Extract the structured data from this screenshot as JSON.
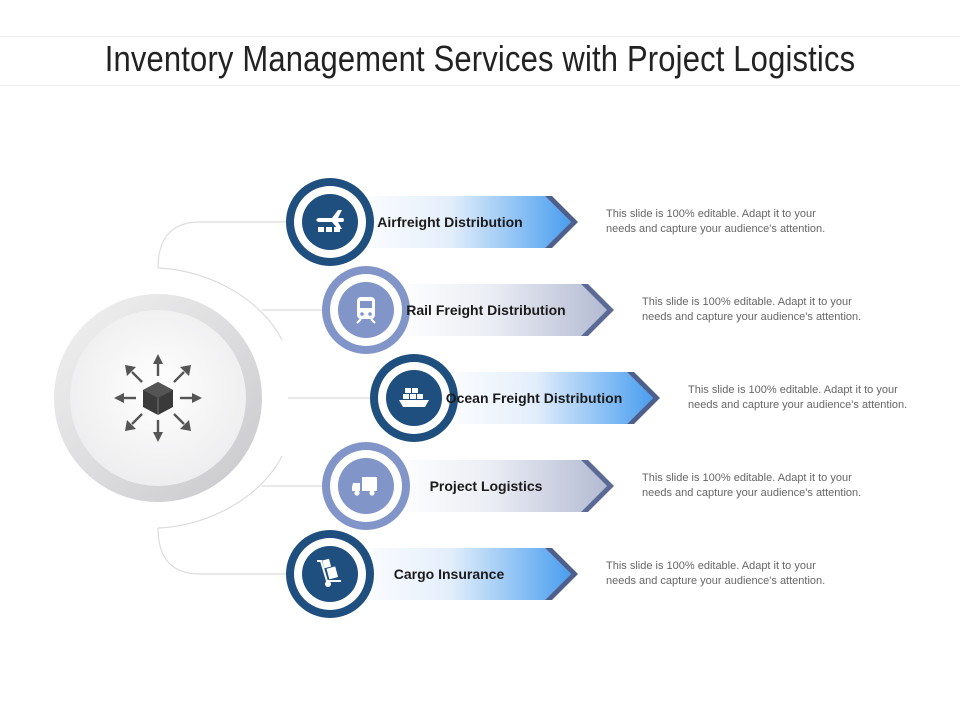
{
  "title": "Inventory Management Services with Project Logistics",
  "center": {
    "icon": "box-with-outward-arrows-icon"
  },
  "items": [
    {
      "label": "Airfreight Distribution",
      "icon": "airplane-cargo-icon",
      "ring_color": "#1e4f7e",
      "description": "This slide is 100% editable. Adapt it to your needs and capture your audience's attention."
    },
    {
      "label": "Rail Freight Distribution",
      "icon": "train-icon",
      "ring_color": "#8195c8",
      "description": "This slide is 100% editable. Adapt it to your needs and capture your audience's attention."
    },
    {
      "label": "Ocean Freight Distribution",
      "icon": "cargo-ship-icon",
      "ring_color": "#1e4f7e",
      "description": "This slide is 100% editable. Adapt it to your needs and capture your audience's attention."
    },
    {
      "label": "Project Logistics",
      "icon": "delivery-truck-icon",
      "ring_color": "#8195c8",
      "description": "This slide is 100% editable. Adapt it to your needs and capture your audience's attention."
    },
    {
      "label": "Cargo Insurance",
      "icon": "hand-truck-boxes-icon",
      "ring_color": "#1e4f7e",
      "description": "This slide is 100% editable. Adapt it to your needs and capture your audience's attention."
    }
  ]
}
